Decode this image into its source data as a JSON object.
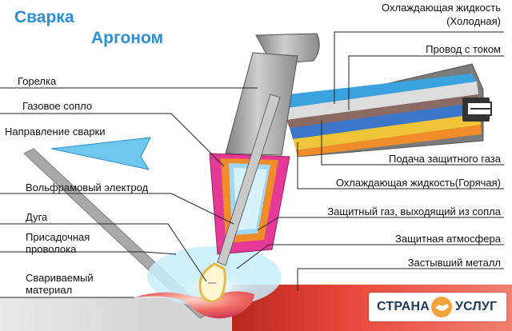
{
  "title": {
    "line1": "Сварка",
    "line2": "Аргоном"
  },
  "labels": {
    "coolant_cold_1": "Охлаждающая жидкость",
    "coolant_cold_2": "(Холодная)",
    "power_wire": "Провод с током",
    "torch": "Горелка",
    "gas_nozzle": "Газовое сопло",
    "weld_direction": "Направление сварки",
    "shielding_gas_feed": "Подача защитного газа",
    "tungsten_electrode": "Вольфрамовый электрод",
    "coolant_hot": "Охлаждающая жидкость(Горячая)",
    "arc": "Дуга",
    "gas_exit": "Защитный газ, выходящий из сопла",
    "filler_wire_1": "Присадочная",
    "filler_wire_2": "проволока",
    "shield_atmosphere": "Защитная атмосфера",
    "base_material_1": "Свариваемый",
    "base_material_2": "материал",
    "solidified_metal": "Застывший металл"
  },
  "badge": {
    "left": "СТРАНА",
    "right": "УСЛУГ"
  },
  "colors": {
    "title_blue": "#2a8fd6",
    "torch_gray": "#9a9a9a",
    "nozzle_pink": "#e43a96",
    "coolant_blue": "#3aa3df",
    "hot_coolant_yellow": "#f0c437",
    "gas_orange": "#f08c2a",
    "molten_red": "#e0392a",
    "badge_navy": "#1f3a5f",
    "badge_orange": "#f2a33a"
  },
  "icons": {
    "direction_arrow": "left-arrow-icon",
    "handshake": "handshake-icon"
  }
}
